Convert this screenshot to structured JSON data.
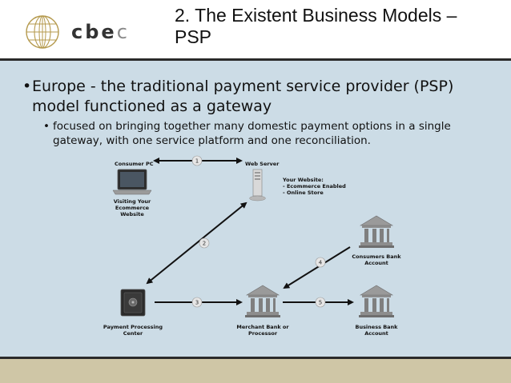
{
  "header": {
    "logo": {
      "c1": "c",
      "b": "b",
      "e": "e",
      "c2": "c"
    },
    "title_line1": "2. The Existent Business Models –",
    "title_line2": "PSP"
  },
  "content": {
    "bullet1_marker": "•",
    "bullet1": "Europe - the traditional payment service provider (PSP) model functioned as a gateway",
    "bullet2_marker": "•",
    "bullet2": "focused on bringing together many domestic payment options in a single gateway, with one service platform and one reconciliation."
  },
  "diagram": {
    "consumer_pc": {
      "title": "Consumer PC",
      "caption": [
        "Visiting Your",
        "Ecommerce",
        "Website"
      ]
    },
    "web_server": {
      "title": "Web Server"
    },
    "your_website": [
      "Your Website:",
      "- Ecommerce Enabled",
      "- Online Store"
    ],
    "consumers_bank": [
      "Consumers Bank",
      "Account"
    ],
    "payment_center": [
      "Payment Processing",
      "Center"
    ],
    "merchant_bank": [
      "Merchant Bank or",
      "Processor"
    ],
    "business_bank": [
      "Business Bank",
      "Account"
    ],
    "steps": [
      "1",
      "2",
      "3",
      "4",
      "5"
    ]
  },
  "colors": {
    "background": "#ccdce6",
    "header": "#ffffff",
    "footer": "#cfc6a6",
    "rule": "#2a2a2a",
    "bank": "#8d8d8d"
  },
  "icons": [
    "globe-icon",
    "laptop-icon",
    "server-icon",
    "bank-icon",
    "safe-icon"
  ]
}
